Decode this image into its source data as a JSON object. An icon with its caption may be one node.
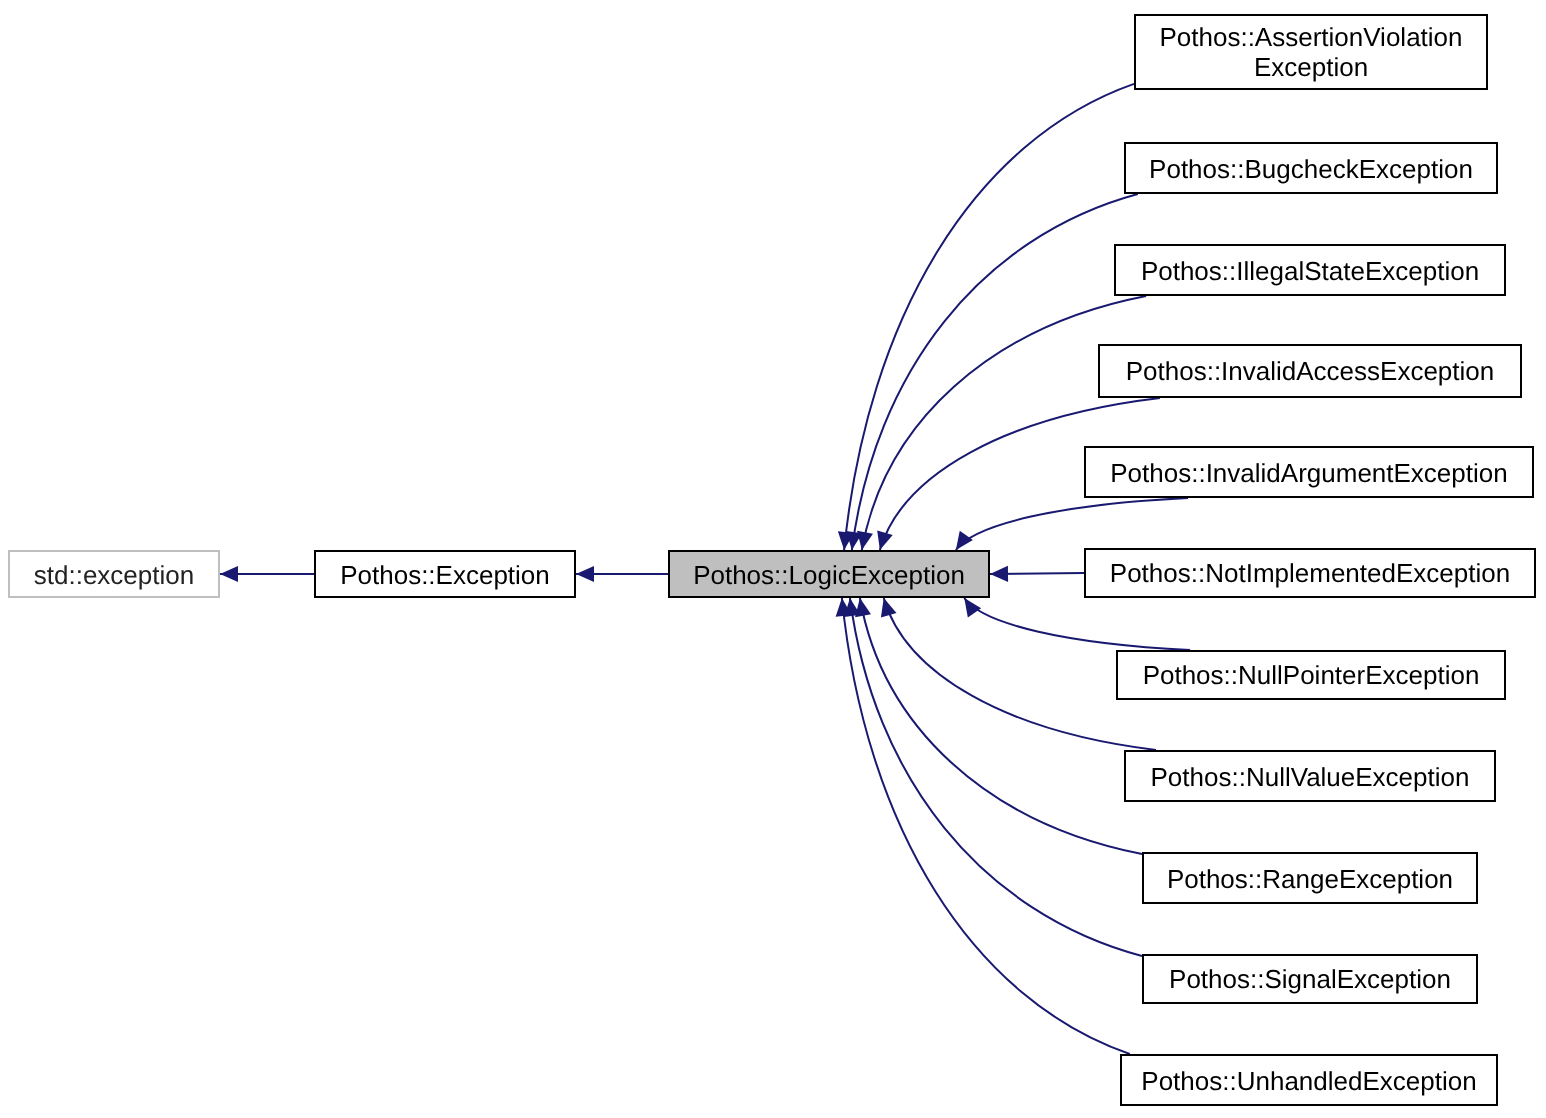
{
  "diagram": {
    "nodes": [
      {
        "text": [
          "std::exception"
        ]
      },
      {
        "text": [
          "Pothos::Exception"
        ]
      },
      {
        "text": [
          "Pothos::LogicException"
        ]
      },
      {
        "text": [
          "Pothos::AssertionViolation Exception"
        ]
      },
      {
        "text": [
          "Pothos::BugcheckException"
        ]
      },
      {
        "text": [
          "Pothos::IllegalStateException"
        ]
      },
      {
        "text": [
          "Pothos::InvalidAccessException"
        ]
      },
      {
        "text": [
          "Pothos::InvalidArgumentException"
        ]
      },
      {
        "text": [
          "Pothos::NotImplementedException"
        ]
      },
      {
        "text": [
          "Pothos::NullPointerException"
        ]
      },
      {
        "text": [
          "Pothos::NullValueException"
        ]
      },
      {
        "text": [
          "Pothos::RangeException"
        ]
      },
      {
        "text": [
          "Pothos::SignalException"
        ]
      },
      {
        "text": [
          "Pothos::UnhandledException"
        ]
      }
    ],
    "edges": [
      {
        "from": 1,
        "to": 0,
        "arrow": "to"
      },
      {
        "from": 2,
        "to": 1,
        "arrow": "to"
      },
      {
        "from": 3,
        "to": 2,
        "arrow": "to"
      },
      {
        "from": 4,
        "to": 2,
        "arrow": "to"
      },
      {
        "from": 5,
        "to": 2,
        "arrow": "to"
      },
      {
        "from": 6,
        "to": 2,
        "arrow": "to"
      },
      {
        "from": 7,
        "to": 2,
        "arrow": "to"
      },
      {
        "from": 8,
        "to": 2,
        "arrow": "to"
      },
      {
        "from": 9,
        "to": 2,
        "arrow": "to"
      },
      {
        "from": 10,
        "to": 2,
        "arrow": "to"
      },
      {
        "from": 11,
        "to": 2,
        "arrow": "to"
      },
      {
        "from": 12,
        "to": 2,
        "arrow": "to"
      },
      {
        "from": 13,
        "to": 2,
        "arrow": "to"
      }
    ]
  }
}
